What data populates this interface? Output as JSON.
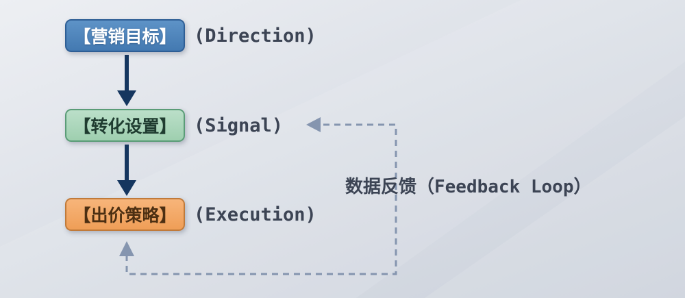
{
  "diagram": {
    "nodes": [
      {
        "id": "marketing-goal",
        "label": "【营销目标】",
        "annotation": "(Direction)",
        "fill": "#4e86bd",
        "border": "#2e5e95",
        "text_color": "#ffffff"
      },
      {
        "id": "conversion-setup",
        "label": "【转化设置】",
        "annotation": "(Signal)",
        "fill": "#abd6bb",
        "border": "#5a9c77",
        "text_color": "#1f3c30"
      },
      {
        "id": "bidding-strategy",
        "label": "【出价策略】",
        "annotation": "(Execution)",
        "fill": "#f4aa69",
        "border": "#c07a3a",
        "text_color": "#4c2f12"
      }
    ],
    "feedback_label": "数据反馈（Feedback Loop）",
    "colors": {
      "solid_arrow": "#15365f",
      "dashed_line": "#8595af",
      "annotation_text": "#3c4454",
      "background_top": "#edeff3",
      "background_bottom": "#cbd1db"
    }
  }
}
